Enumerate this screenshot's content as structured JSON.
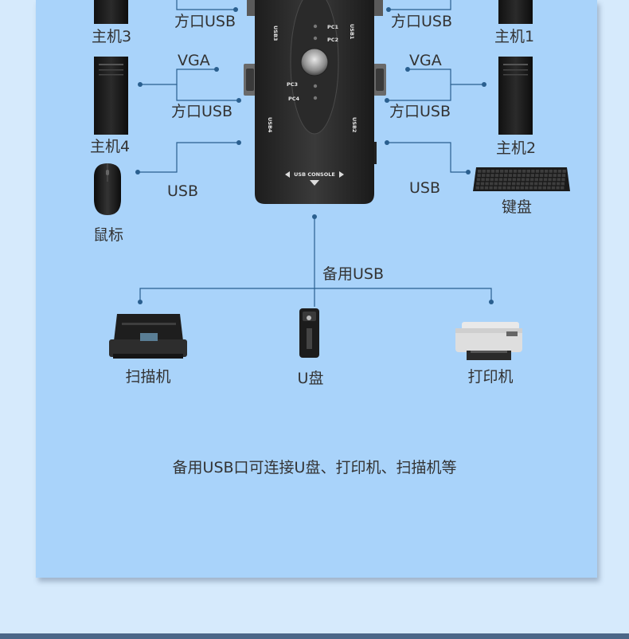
{
  "labels": {
    "host1": "主机1",
    "host2": "主机2",
    "host3": "主机3",
    "host4": "主机4",
    "vga": "VGA",
    "usb_square": "方口USB",
    "usb": "USB",
    "mouse": "鼠标",
    "keyboard": "键盘",
    "spare_usb": "备用USB",
    "scanner": "扫描机",
    "udisk": "U盘",
    "printer": "打印机"
  },
  "switch_labels": {
    "pc1": "PC1",
    "pc2": "PC2",
    "pc3": "PC3",
    "pc4": "PC4",
    "usb1": "USB1",
    "usb2": "USB2",
    "usb3": "USB3",
    "usb4": "USB4",
    "console": "USB CONSOLE"
  },
  "caption": "备用USB口可连接U盘、打印机、扫描机等",
  "colors": {
    "panel": "#a9d3fa",
    "line": "#2a5f8f",
    "device": "#1c1c1c"
  }
}
